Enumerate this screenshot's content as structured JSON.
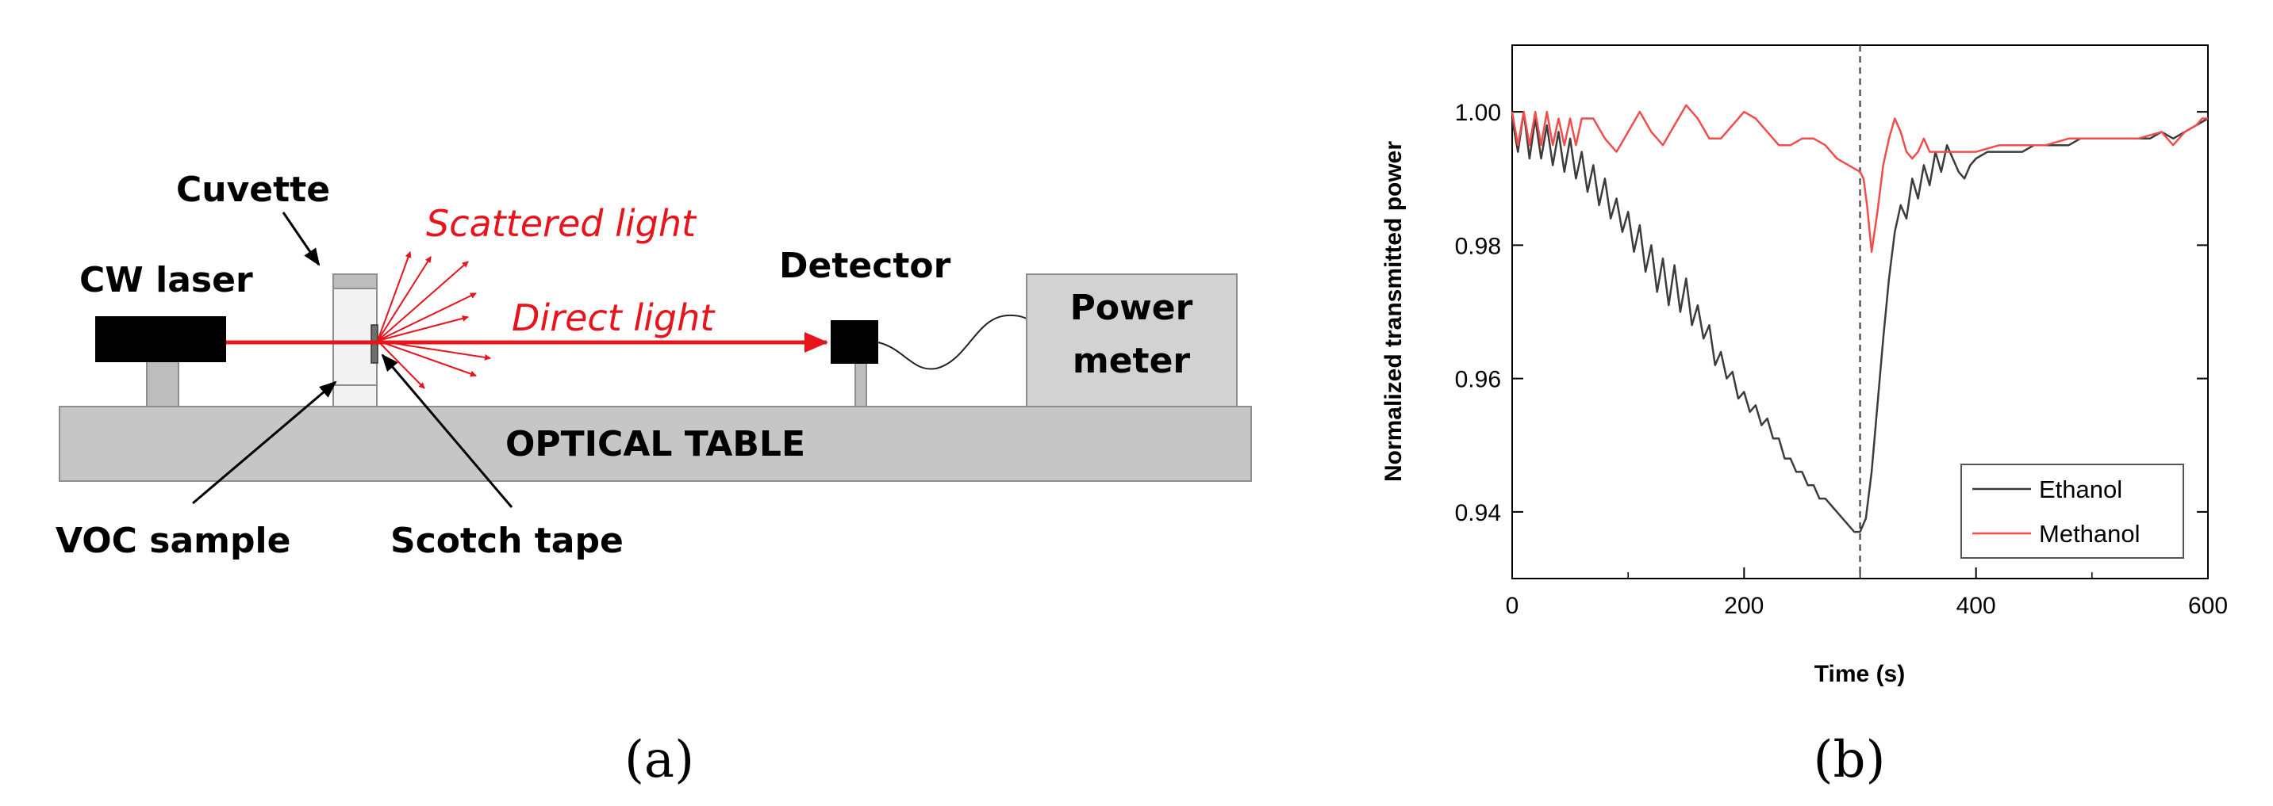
{
  "setup": {
    "cw_laser": "CW laser",
    "cuvette": "Cuvette",
    "scattered_light": "Scattered light",
    "direct_light": "Direct light",
    "detector": "Detector",
    "power_meter_line1": "Power",
    "power_meter_line2": "meter",
    "optical_table": "OPTICAL TABLE",
    "voc_sample": "VOC sample",
    "scotch_tape": "Scotch tape",
    "beam_color": "#e8141b"
  },
  "panel_labels": {
    "a": "(a)",
    "b": "(b)"
  },
  "chart_data": {
    "type": "line",
    "xlabel": "Time (s)",
    "ylabel": "Normalized transmitted power",
    "xlim": [
      0,
      600
    ],
    "ylim": [
      0.93,
      1.01
    ],
    "xticks": [
      "0",
      "200",
      "400",
      "600"
    ],
    "yticks": [
      "0.94",
      "0.96",
      "0.98",
      "1.00"
    ],
    "xtick_values": [
      0,
      200,
      400,
      600
    ],
    "ytick_values": [
      0.94,
      0.96,
      0.98,
      1.0
    ],
    "marker_line_x": 300,
    "legend_position": "bottom-right",
    "series": [
      {
        "name": "Ethanol",
        "color": "#3c3c3c",
        "x": [
          0,
          5,
          10,
          15,
          20,
          25,
          30,
          35,
          40,
          45,
          50,
          55,
          60,
          65,
          70,
          75,
          80,
          85,
          90,
          95,
          100,
          105,
          110,
          115,
          120,
          125,
          130,
          135,
          140,
          145,
          150,
          155,
          160,
          165,
          170,
          175,
          180,
          185,
          190,
          195,
          200,
          205,
          210,
          215,
          220,
          225,
          230,
          235,
          240,
          245,
          250,
          255,
          260,
          265,
          270,
          275,
          280,
          285,
          290,
          295,
          300,
          305,
          310,
          315,
          320,
          325,
          330,
          335,
          340,
          345,
          350,
          355,
          360,
          365,
          370,
          375,
          380,
          385,
          390,
          395,
          400,
          410,
          420,
          430,
          440,
          450,
          460,
          470,
          480,
          490,
          500,
          510,
          520,
          530,
          540,
          550,
          560,
          570,
          580,
          590,
          600
        ],
        "y": [
          0.999,
          0.994,
          1.0,
          0.993,
          0.999,
          0.993,
          0.998,
          0.992,
          0.997,
          0.991,
          0.996,
          0.99,
          0.994,
          0.988,
          0.992,
          0.986,
          0.99,
          0.984,
          0.987,
          0.982,
          0.985,
          0.979,
          0.983,
          0.976,
          0.98,
          0.973,
          0.978,
          0.971,
          0.977,
          0.97,
          0.975,
          0.968,
          0.971,
          0.966,
          0.968,
          0.962,
          0.964,
          0.96,
          0.961,
          0.957,
          0.958,
          0.955,
          0.956,
          0.953,
          0.954,
          0.951,
          0.951,
          0.948,
          0.948,
          0.946,
          0.946,
          0.944,
          0.944,
          0.942,
          0.942,
          0.941,
          0.94,
          0.939,
          0.938,
          0.937,
          0.937,
          0.939,
          0.946,
          0.956,
          0.966,
          0.975,
          0.982,
          0.986,
          0.984,
          0.99,
          0.987,
          0.992,
          0.989,
          0.994,
          0.991,
          0.995,
          0.993,
          0.991,
          0.99,
          0.992,
          0.993,
          0.994,
          0.994,
          0.994,
          0.994,
          0.995,
          0.995,
          0.995,
          0.995,
          0.996,
          0.996,
          0.996,
          0.996,
          0.996,
          0.996,
          0.996,
          0.997,
          0.996,
          0.997,
          0.998,
          0.999
        ]
      },
      {
        "name": "Methanol",
        "color": "#f24d4d",
        "x": [
          0,
          5,
          10,
          15,
          20,
          25,
          30,
          35,
          40,
          45,
          50,
          55,
          60,
          70,
          80,
          90,
          100,
          110,
          120,
          130,
          140,
          150,
          160,
          170,
          180,
          190,
          200,
          210,
          220,
          230,
          240,
          250,
          260,
          270,
          280,
          290,
          300,
          303,
          306,
          310,
          315,
          320,
          325,
          330,
          335,
          340,
          345,
          350,
          355,
          360,
          370,
          380,
          390,
          400,
          420,
          440,
          460,
          480,
          500,
          520,
          540,
          560,
          570,
          580,
          590,
          595,
          600
        ],
        "y": [
          1.0,
          0.995,
          1.0,
          0.995,
          1.0,
          0.995,
          1.0,
          0.995,
          0.999,
          0.995,
          0.999,
          0.995,
          0.999,
          0.999,
          0.996,
          0.994,
          0.997,
          1.0,
          0.997,
          0.995,
          0.998,
          1.001,
          0.999,
          0.996,
          0.996,
          0.998,
          1.0,
          0.999,
          0.997,
          0.995,
          0.995,
          0.996,
          0.996,
          0.995,
          0.993,
          0.992,
          0.991,
          0.99,
          0.986,
          0.979,
          0.985,
          0.992,
          0.996,
          0.999,
          0.997,
          0.994,
          0.993,
          0.994,
          0.996,
          0.994,
          0.994,
          0.994,
          0.994,
          0.994,
          0.995,
          0.995,
          0.995,
          0.996,
          0.996,
          0.996,
          0.996,
          0.997,
          0.995,
          0.997,
          0.998,
          0.999,
          0.999
        ]
      }
    ]
  }
}
